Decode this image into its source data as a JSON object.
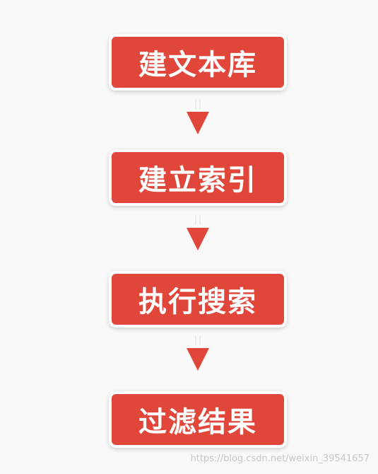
{
  "diagram": {
    "steps": [
      {
        "label": "建文本库"
      },
      {
        "label": "建立索引"
      },
      {
        "label": "执行搜索"
      },
      {
        "label": "过滤结果"
      }
    ],
    "colors": {
      "box_fill": "#e1463a",
      "box_border": "#ffffff",
      "text": "#ffffff",
      "arrow": "#e1463a",
      "background": "#f9f9f9"
    }
  },
  "watermark": "https://blog.csdn.net/weixin_39541657"
}
